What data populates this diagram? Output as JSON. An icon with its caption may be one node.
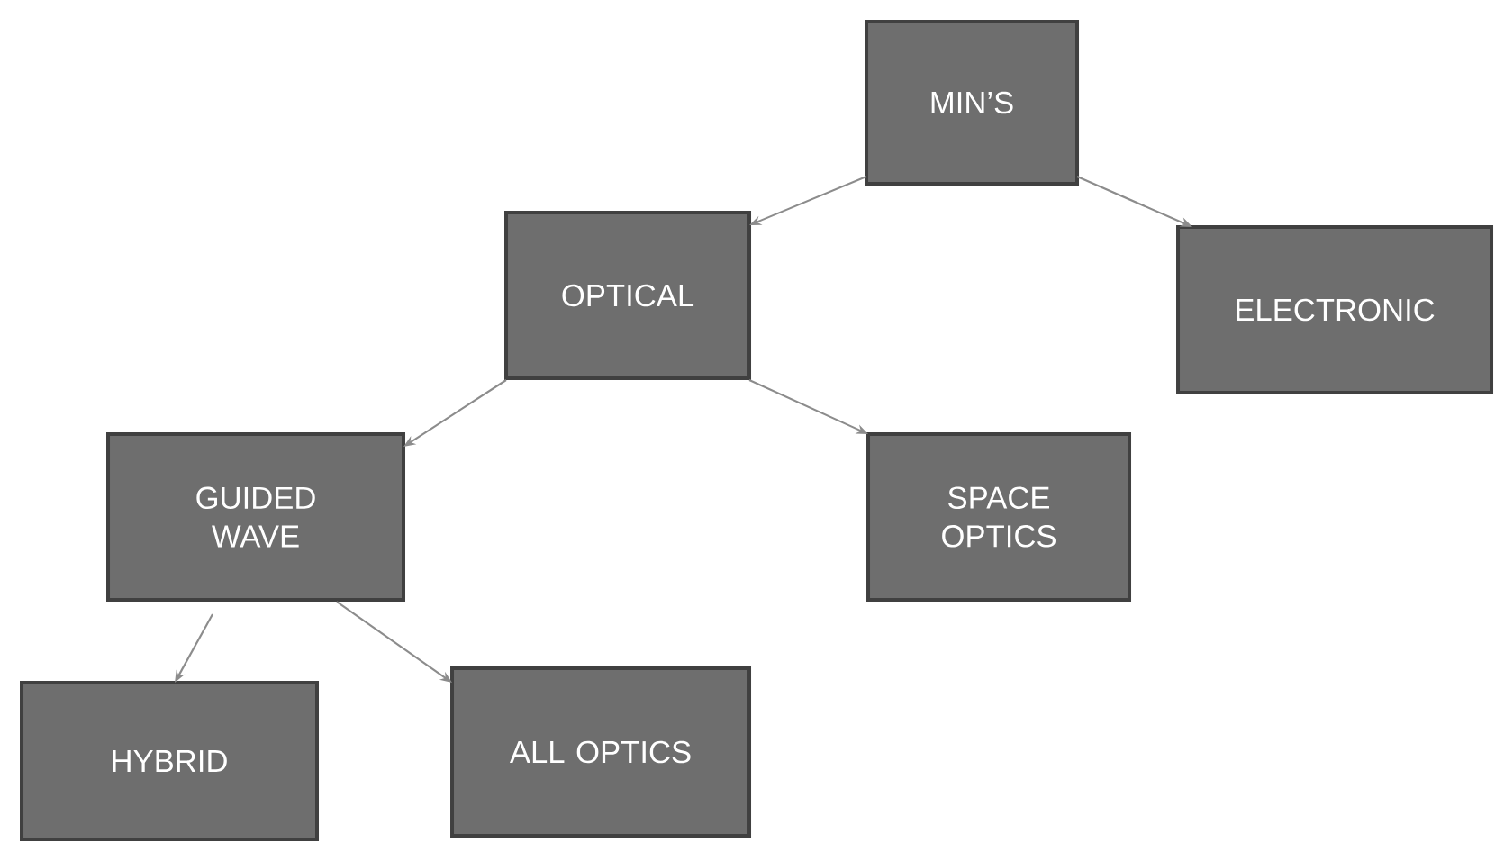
{
  "diagram": {
    "nodes": [
      {
        "text": [
          "MIN’S"
        ]
      },
      {
        "text": [
          "OPTICAL"
        ]
      },
      {
        "text": [
          "ELECTRONIC"
        ]
      },
      {
        "text": [
          "GUIDED WAVE"
        ]
      },
      {
        "text": [
          "SPACE OPTICS"
        ]
      },
      {
        "text": [
          "HYBRID"
        ]
      },
      {
        "text": [
          "ALL OPTICS"
        ]
      }
    ],
    "edges": [
      {
        "from": 0,
        "to": 1,
        "arrow": "to"
      },
      {
        "from": 0,
        "to": 2,
        "arrow": "to"
      },
      {
        "from": 1,
        "to": 3,
        "arrow": "to"
      },
      {
        "from": 1,
        "to": 4,
        "arrow": "to"
      },
      {
        "from": 3,
        "to": 5,
        "arrow": "to"
      },
      {
        "from": 3,
        "to": 6,
        "arrow": "to"
      }
    ]
  }
}
